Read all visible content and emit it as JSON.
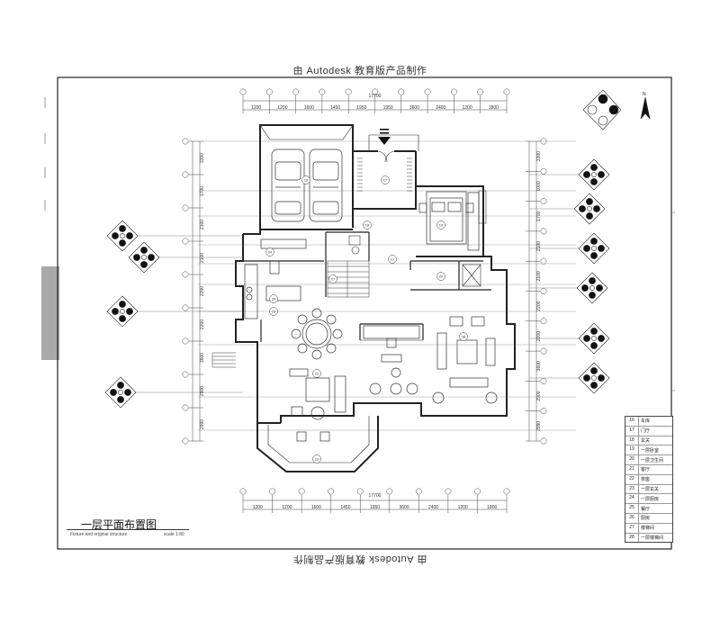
{
  "watermark_text": "由 Autodesk 教育版产品制作",
  "title": {
    "main": "一层平面布置图",
    "sub": "Fixture and original structure",
    "scale": "scale 1:80"
  },
  "dimensions": {
    "top_total": "17700",
    "top_segments": [
      "1200",
      "1200",
      "1600",
      "1450",
      "1950",
      "1950",
      "3600",
      "2400",
      "1200",
      "1800"
    ],
    "bottom_total": "17700",
    "bottom_segments": [
      "1200",
      "1200",
      "1600",
      "1450",
      "1950",
      "3600",
      "2400",
      "1200",
      "1800"
    ],
    "left_segments": [
      "3300",
      "1700",
      "2100",
      "2100",
      "2200",
      "2200",
      "3600",
      "2900",
      "2990"
    ],
    "right_segments": [
      "3300",
      "1000",
      "1700",
      "2100",
      "2100",
      "2200",
      "2200",
      "3600",
      "2900",
      "2990"
    ]
  },
  "legend": [
    {
      "num": "16",
      "label": "车库"
    },
    {
      "num": "17",
      "label": "门厅"
    },
    {
      "num": "18",
      "label": "玄关"
    },
    {
      "num": "19",
      "label": "一层卧室"
    },
    {
      "num": "20",
      "label": "一层卫生间"
    },
    {
      "num": "21",
      "label": "客厅"
    },
    {
      "num": "22",
      "label": "茶座"
    },
    {
      "num": "23",
      "label": "一层玄关"
    },
    {
      "num": "24",
      "label": "一层厨房"
    },
    {
      "num": "25",
      "label": "餐厅"
    },
    {
      "num": "26",
      "label": "厨房"
    },
    {
      "num": "27",
      "label": "楼梯间"
    },
    {
      "num": "28",
      "label": "一层楼梯间"
    }
  ],
  "room_tags": [
    "16",
    "17",
    "18",
    "19",
    "20",
    "21",
    "22",
    "23",
    "24",
    "25",
    "26",
    "27",
    "28"
  ],
  "north_label": "N"
}
